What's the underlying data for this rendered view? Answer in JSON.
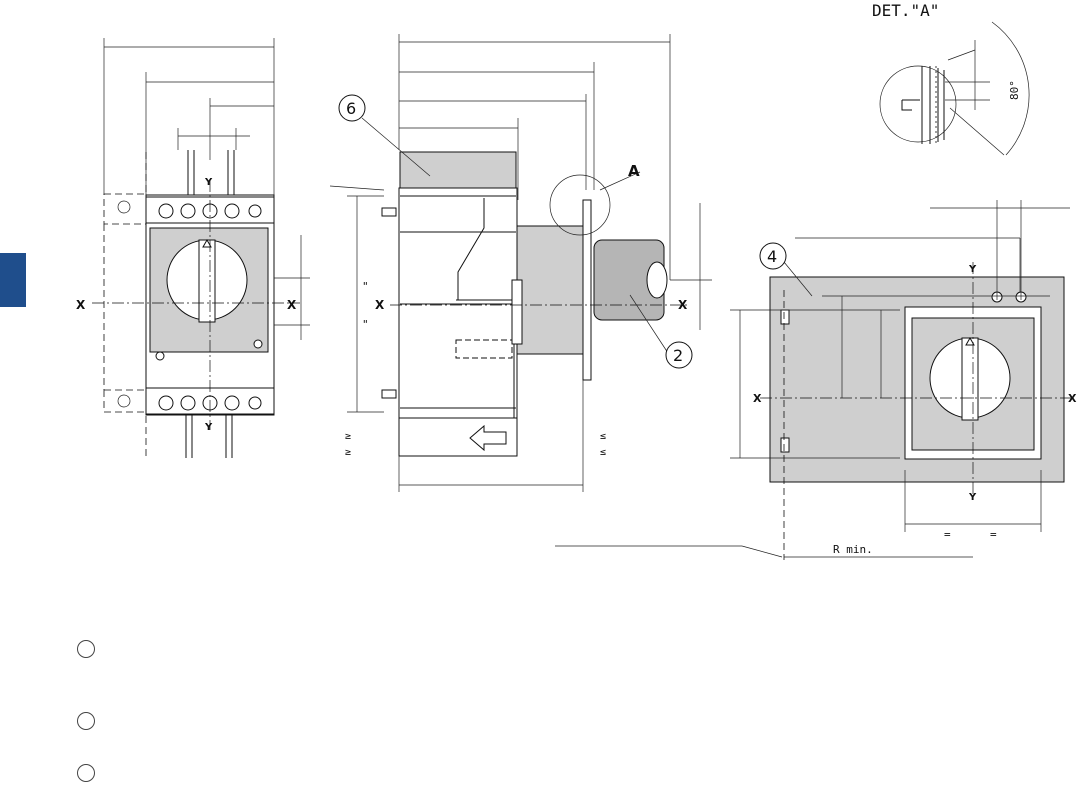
{
  "detail_title": "DET.\"A\"",
  "detail_angle": "80°",
  "callouts": {
    "c6": "6",
    "c2": "2",
    "c4": "4",
    "detail_letter": "A"
  },
  "axes": {
    "x": "X",
    "y": "Y"
  },
  "front_view": {
    "dim_quote_1": "\"",
    "dim_quote_2": "\""
  },
  "side_view": {
    "ge_1": "≥",
    "ge_2": "≥",
    "le_1": "≤",
    "le_2": "≤"
  },
  "panel_view": {
    "r_min": "R min.",
    "eq_1": "=",
    "eq_2": "="
  },
  "legend": {
    "count": 3
  },
  "colors": {
    "tab": "#1f4e8c",
    "fill": "#cfcfcf",
    "line": "#111111"
  }
}
